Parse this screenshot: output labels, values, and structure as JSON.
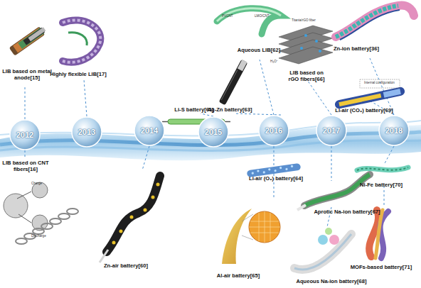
{
  "diagram": {
    "nodes": [
      {
        "text": [
          "2012"
        ]
      },
      {
        "text": [
          "2013"
        ]
      },
      {
        "text": [
          "2014"
        ]
      },
      {
        "text": [
          "2015"
        ]
      },
      {
        "text": [
          "2016"
        ]
      },
      {
        "text": [
          "2017"
        ]
      },
      {
        "text": [
          "2018"
        ]
      }
    ],
    "labels": [
      "LIB based on metal anode[15]",
      "Highly flexible LIB[17]",
      "Aqueous LIB[62]",
      "LIB based on rGO fibers[66]",
      "Zn-ion battery[36]",
      "Li-S battery[61]",
      "Ag-Zn battery[63]",
      "Li-air (CO₂) battery[69]",
      "LIB based on CNT fibers[16]",
      "Li-air (O₂) battery[64]",
      "Ni-Fe battery[70]",
      "Aprotic Na-ion battery[67]",
      "Zn-air battery[60]",
      "MOFs-based battery[71]",
      "Al-air battery[65]",
      "Aqueous Na-ion battery[68]",
      "Charge",
      "Discharge",
      "PVCNT",
      "LMO/CNT",
      "Titania/rGO fiber",
      "H₃O⁺",
      "Internal configuration"
    ]
  }
}
